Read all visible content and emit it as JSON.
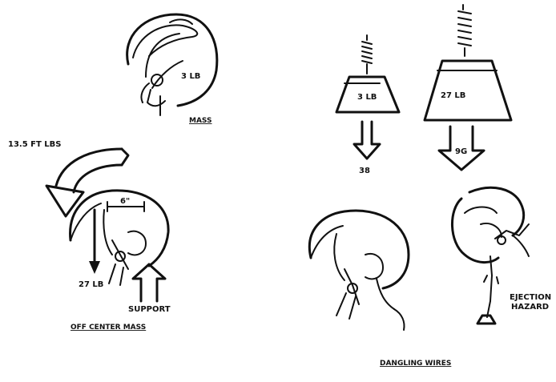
{
  "labels": {
    "mass_weight": "3 LB",
    "mass_caption": "MASS",
    "torque": "13.5 FT LBS",
    "angle": "6\"",
    "offcenter_weight": "27 LB",
    "support": "SUPPORT",
    "offcenter_caption": "OFF CENTER MASS",
    "small_block": "3 LB",
    "small_force": "38",
    "big_block": "27 LB",
    "big_force": "9G",
    "ejection_line1": "EJECTION",
    "ejection_line2": "HAZARD",
    "dangling_caption": "DANGLING WIRES"
  }
}
